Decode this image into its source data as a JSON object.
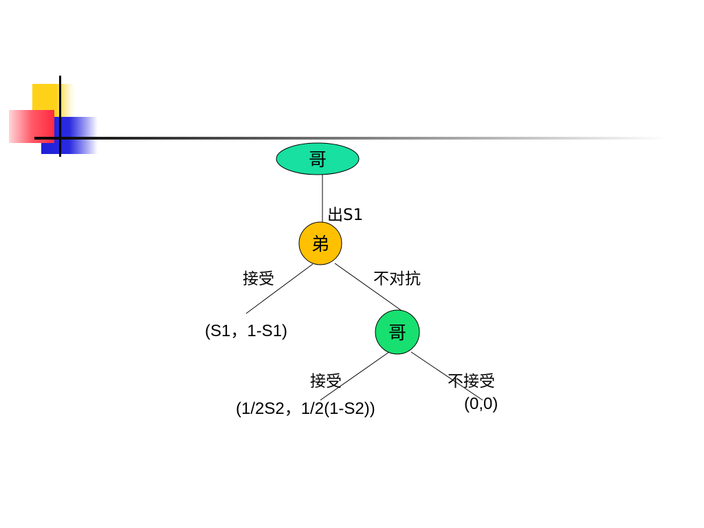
{
  "nodes": {
    "root": "哥",
    "middle": "弟",
    "lower": "哥"
  },
  "edges": {
    "root_to_middle": "出S1",
    "middle_left": "接受",
    "middle_right": "不对抗",
    "lower_left": "接受",
    "lower_right": "不接受"
  },
  "payoffs": {
    "first": "(S1，1-S1)",
    "second": "(1/2S2，1/2(1-S2))",
    "third": "(0,0)"
  },
  "colors": {
    "root_fill": "#17e0a0",
    "middle_fill": "#ffc000",
    "lower_fill": "#17e070",
    "accent_yellow": "#ffd21a",
    "accent_blue": "#1f1fd8",
    "accent_red": "#ff3a4a"
  }
}
